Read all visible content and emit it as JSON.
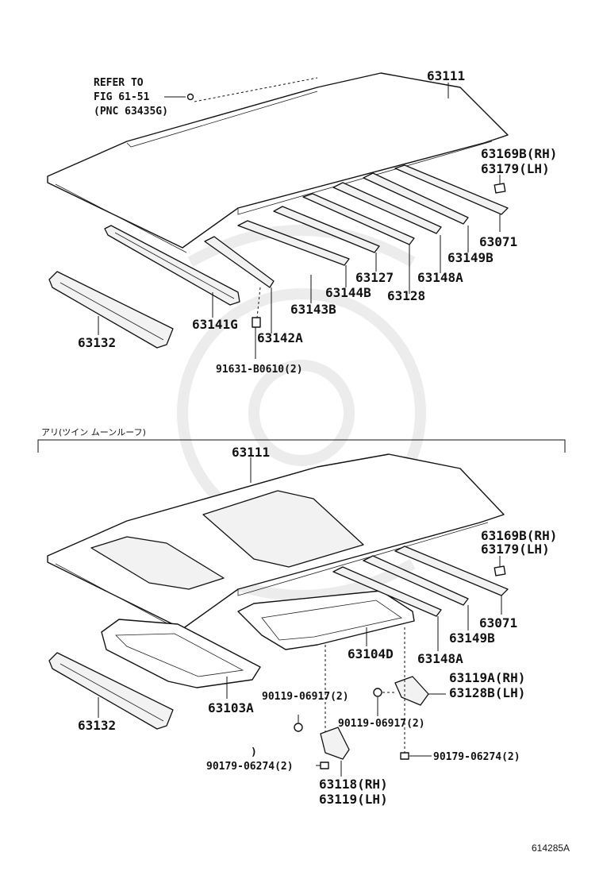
{
  "upper": {
    "refer": [
      "REFER TO",
      "FIG 61-51",
      "(PNC 63435G)"
    ],
    "roof_panel": "63111",
    "bracket_rh": "63169B(RH)",
    "bracket_lh": "63179(LH)",
    "rear_header": "63071",
    "bow_149b": "63149B",
    "bow_148a": "63148A",
    "bow_128": "63128",
    "bow_127": "63127",
    "bow_144b": "63144B",
    "bow_143b": "63143B",
    "bow_142a": "63142A",
    "rail_141g": "63141G",
    "front_header": "63132",
    "bolt": "91631-B0610(2)"
  },
  "lower": {
    "section_title": "アリ(ツイン ムーンルーフ)",
    "roof_panel": "63111",
    "bracket_rh": "63169B(RH)",
    "bracket_lh": "63179(LH)",
    "rear_header": "63071",
    "bow_149b": "63149B",
    "bow_148a": "63148A",
    "frame_104d": "63104D",
    "frame_103a": "63103A",
    "front_header": "63132",
    "bolt_a": "90119-06917(2)",
    "bolt_b": "90119-06917(2)",
    "bracket_rh2": "63119A(RH)",
    "bracket_lh2": "63128B(LH)",
    "nut_a": "90179-06274(2)",
    "nut_b": "90179-06274(2)",
    "tick": ")",
    "bracket_rh3": "63118(RH)",
    "bracket_lh3": "63119(LH)"
  },
  "figure_code": "614285A"
}
